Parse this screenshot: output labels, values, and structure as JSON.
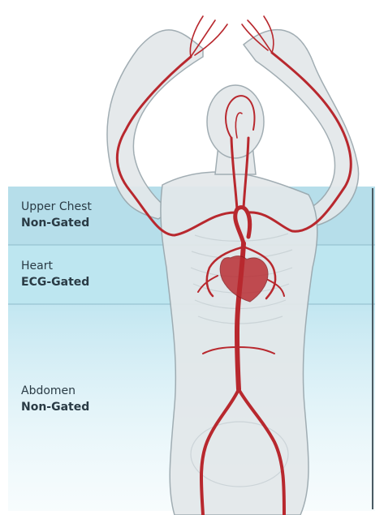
{
  "zones": [
    {
      "region": "Upper Chest",
      "mode": "Non-Gated"
    },
    {
      "region": "Heart",
      "mode": "ECG-Gated"
    },
    {
      "region": "Abdomen",
      "mode": "Non-Gated"
    }
  ],
  "colors": {
    "vessel": "#b8282e",
    "band_upper": "#a9d8e6",
    "band_heart": "#b6e3ee",
    "band_abdomen": "#d9f1f7",
    "body_fill": "#e3e8ea",
    "body_outline": "#9aa7ad",
    "text": "#2a3b45"
  }
}
